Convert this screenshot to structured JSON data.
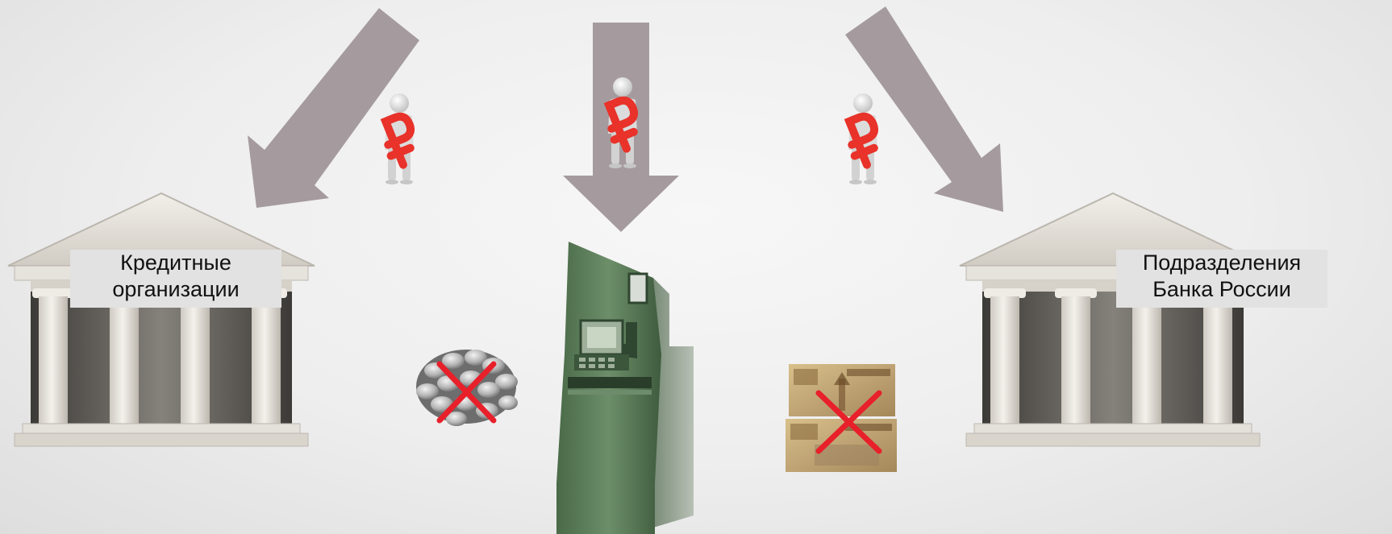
{
  "left_bank": {
    "line1": "Кредитные",
    "line2": "организации",
    "icon": "bank-building-icon"
  },
  "right_bank": {
    "line1": "Подразделения",
    "line2": "Банка России",
    "icon": "bank-building-icon"
  },
  "center": {
    "icon": "atm-icon"
  },
  "items": [
    {
      "icon": "coins-icon",
      "status": "crossed-out"
    },
    {
      "icon": "banknotes-icon",
      "status": "crossed-out"
    }
  ],
  "people": [
    {
      "icon": "person-holding-ruble-icon"
    },
    {
      "icon": "person-holding-ruble-icon"
    },
    {
      "icon": "person-holding-ruble-icon"
    }
  ],
  "colors": {
    "arrow": "#a59b9e",
    "ruble": "#e8322a",
    "cross": "#e8202a",
    "atm": "#5a7a58"
  }
}
